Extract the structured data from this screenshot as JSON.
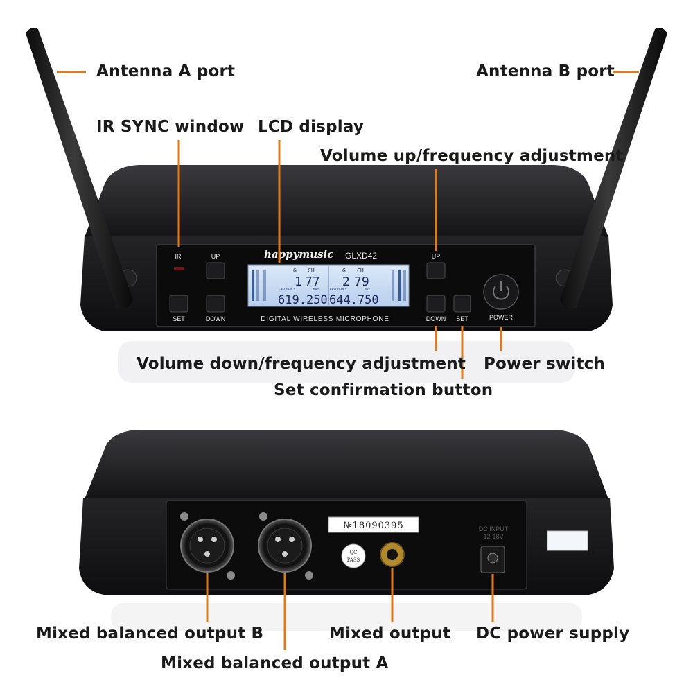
{
  "colors": {
    "leader": "#e07a1a",
    "device_body": "#1c1c1e",
    "lcd": "#cfe0f5",
    "label_text": "#1a1a1a"
  },
  "front": {
    "brand": "happymusic",
    "model": "GLXD42",
    "tagline": "DIGITAL WIRELESS MICROPHONE",
    "buttons": {
      "ir": "IR",
      "up_left": "UP",
      "set_left": "SET",
      "down_left": "DOWN",
      "up_right": "UP",
      "down_right": "DOWN",
      "set_right": "SET",
      "power": "POWER"
    },
    "lcd": {
      "a": {
        "g": "G",
        "ch": "CH",
        "group": "1",
        "channel": "77",
        "freq_label": "FREQUENCY",
        "mhz": "MHz",
        "freq": "619.250"
      },
      "b": {
        "g": "G",
        "ch": "CH",
        "group": "2",
        "channel": "79",
        "freq_label": "FREQUENCY",
        "mhz": "MHz",
        "freq": "644.750"
      }
    }
  },
  "back": {
    "serial": "№18090395",
    "qc_top": "QC",
    "qc_bottom": "PASS",
    "dc_label_1": "DC INPUT",
    "dc_label_2": "12-18V"
  },
  "callouts": {
    "antenna_a": "Antenna A port",
    "antenna_b": "Antenna B port",
    "ir_sync": "IR SYNC window",
    "lcd_display": "LCD display",
    "volume_up": "Volume up/frequency adjustment",
    "volume_down": "Volume down/frequency adjustment",
    "power_switch": "Power switch",
    "set_confirm": "Set confirmation button",
    "out_b": "Mixed balanced output B",
    "out_a": "Mixed balanced output A",
    "mixed_out": "Mixed output",
    "dc_supply": "DC power supply"
  }
}
